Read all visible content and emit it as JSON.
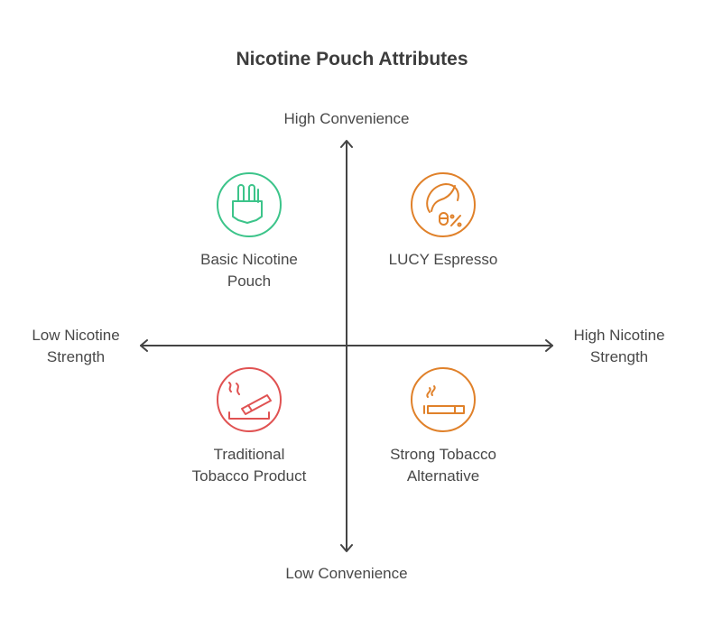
{
  "title": "Nicotine Pouch Attributes",
  "axes": {
    "top": "High Convenience",
    "bottom": "Low Convenience",
    "left": [
      "Low Nicotine",
      "Strength"
    ],
    "right": [
      "High Nicotine",
      "Strength"
    ]
  },
  "quadrants": [
    {
      "label": [
        "Basic Nicotine",
        "Pouch"
      ],
      "icon": "pocket-pens-icon",
      "color": "#3cc48a"
    },
    {
      "label": [
        "LUCY Espresso"
      ],
      "icon": "coffee-bean-percent-icon",
      "color": "#e0812a"
    },
    {
      "label": [
        "Traditional",
        "Tobacco Product"
      ],
      "icon": "ashtray-cigarette-icon",
      "color": "#e05252"
    },
    {
      "label": [
        "Strong Tobacco",
        "Alternative"
      ],
      "icon": "cigarette-icon",
      "color": "#e0812a"
    }
  ]
}
